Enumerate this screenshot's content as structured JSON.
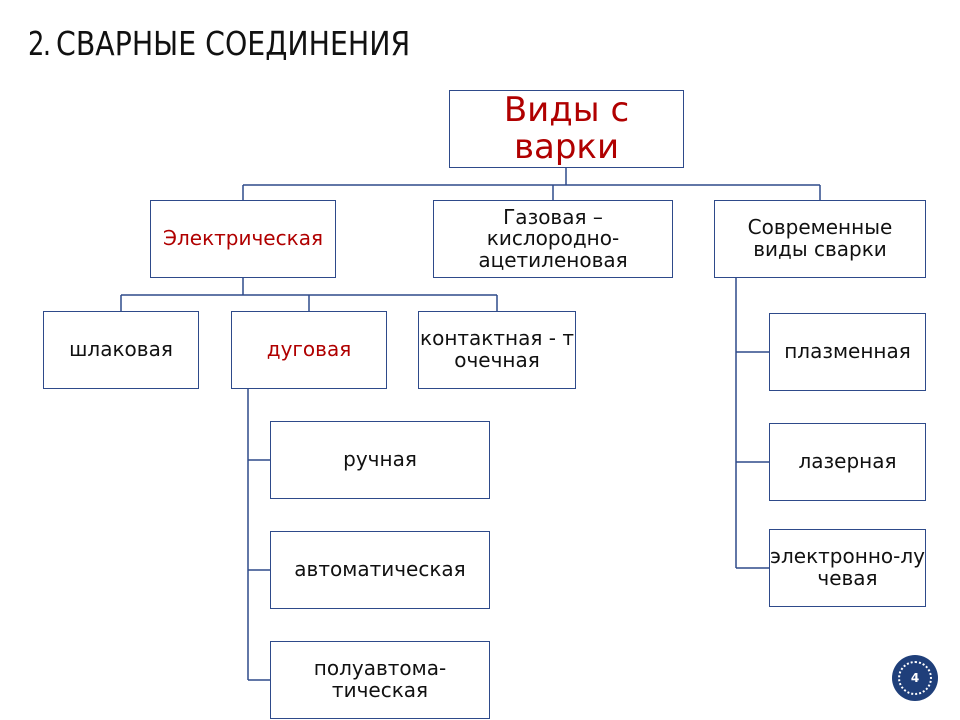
{
  "title": {
    "number": "2.",
    "text": "СВАРНЫЕ СОЕДИНЕНИЯ"
  },
  "nodes": {
    "root": "Виды сварки",
    "electric": "Электрическая",
    "gas": "Газовая – кислородно-ацетиленовая",
    "modern": "Современные виды сварки",
    "slag": "шлаковая",
    "arc": "дуговая",
    "contact": "контактная - точечная",
    "manual": "ручная",
    "automatic": "автоматическая",
    "semiauto": "полуавтома-тическая",
    "plasma": "плазменная",
    "laser": "лазерная",
    "ebeam": "электронно-лучевая"
  },
  "page_number": "4",
  "colors": {
    "accent": "#b00000",
    "border": "#2e4a8a",
    "badge": "#1f3f7a"
  }
}
